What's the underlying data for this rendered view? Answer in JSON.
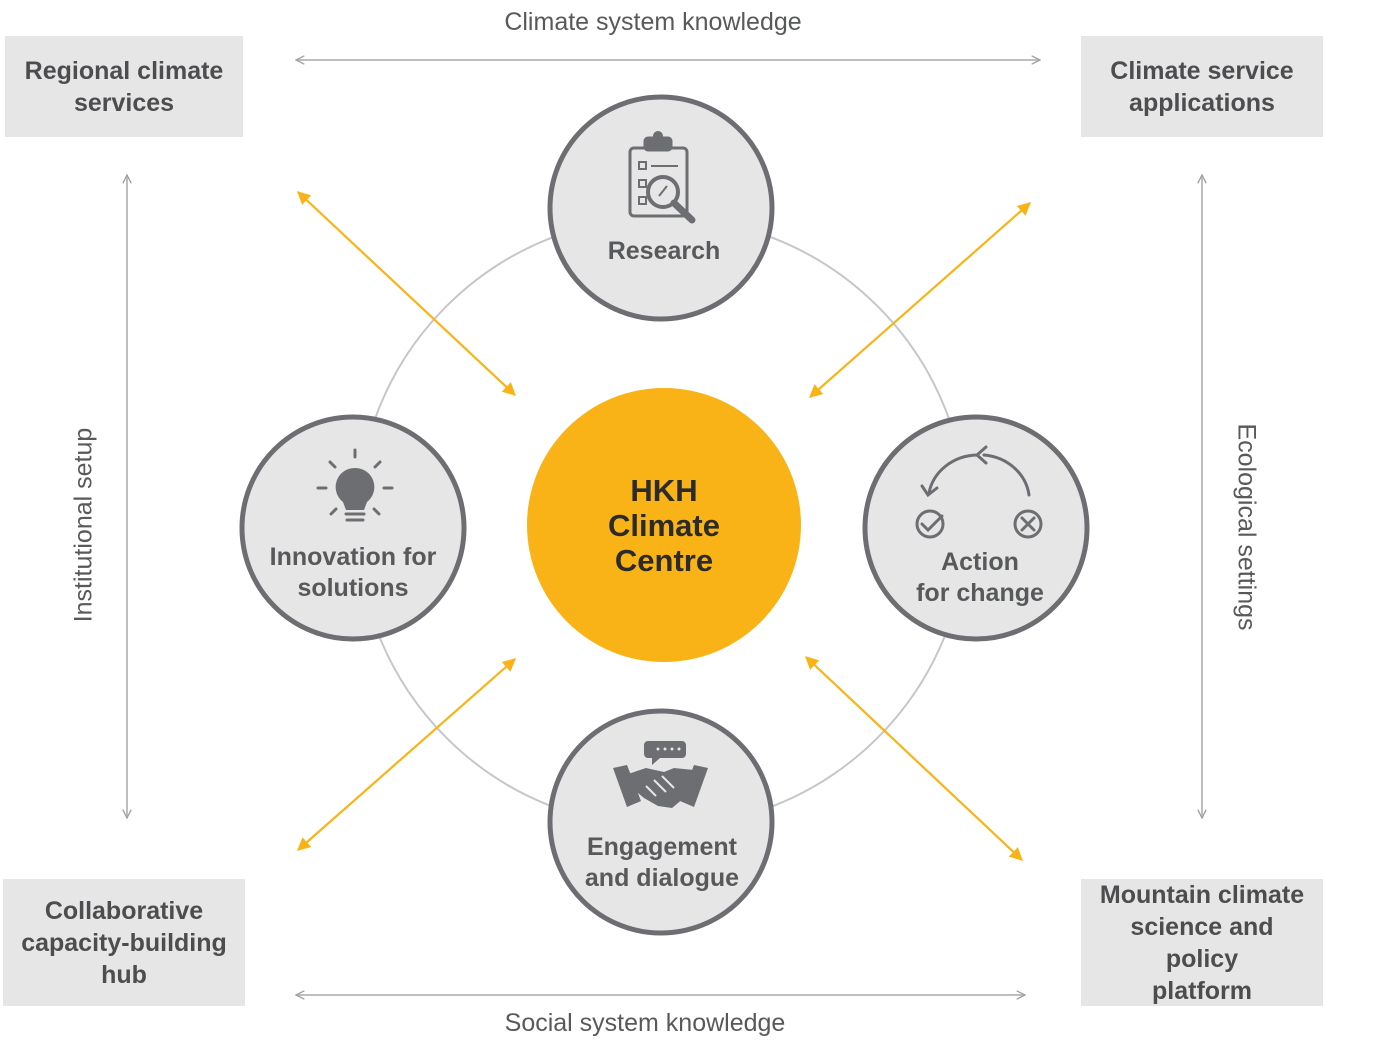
{
  "corners": {
    "top_left": "Regional climate\nservices",
    "top_right": "Climate service\napplications",
    "bottom_left": "Collaborative\ncapacity-building\nhub",
    "bottom_right": "Mountain climate\nscience and policy\nplatform"
  },
  "axes": {
    "top": "Climate system knowledge",
    "bottom": "Social system knowledge",
    "left": "Institutional setup",
    "right": "Ecological settings"
  },
  "center": {
    "label": "HKH\nClimate\nCentre"
  },
  "nodes": {
    "research": {
      "label": "Research",
      "icon": "clipboard-magnifier-icon"
    },
    "innovation": {
      "label": "Innovation for\nsolutions",
      "icon": "lightbulb-icon"
    },
    "action": {
      "label": "Action\nfor change",
      "icon": "cycle-check-cross-icon"
    },
    "engagement": {
      "label": "Engagement\nand dialogue",
      "icon": "handshake-icon"
    }
  },
  "colors": {
    "accent": "#f9b316",
    "node_fill": "#e6e6e7",
    "node_border": "#6d6e71",
    "text": "#58595b",
    "gray_line": "#bcbec0"
  }
}
